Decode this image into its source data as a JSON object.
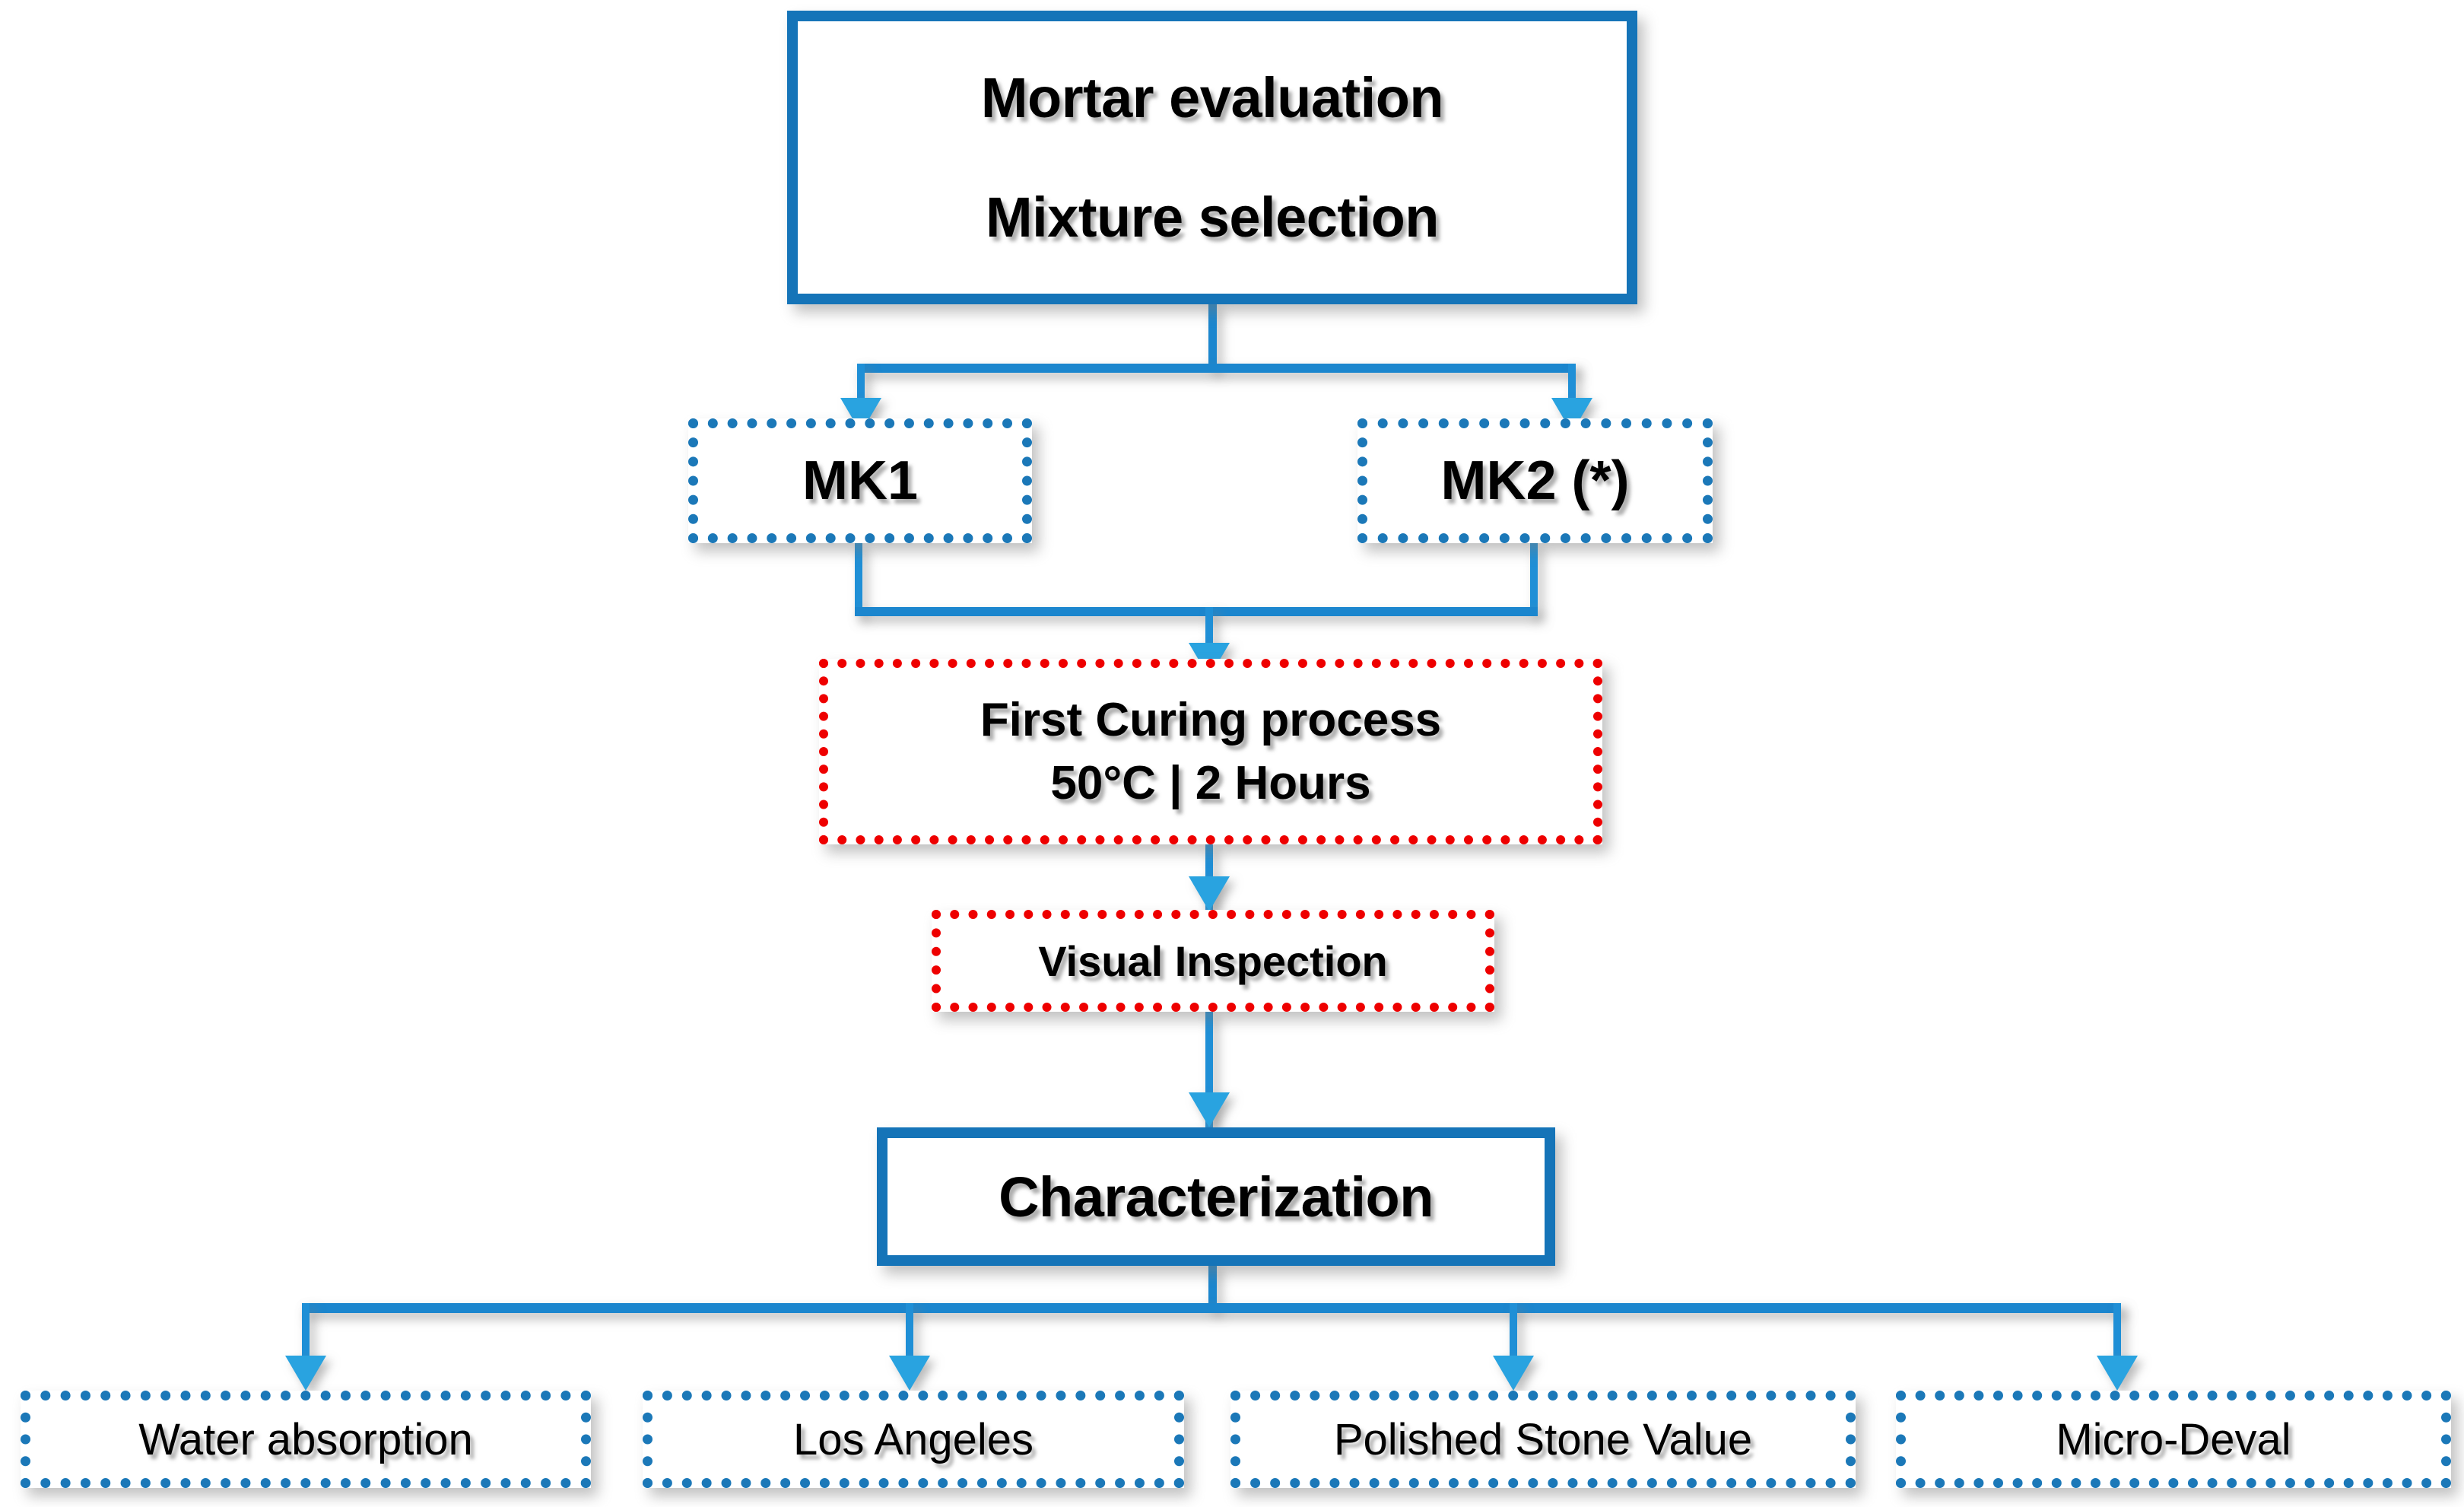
{
  "diagram": {
    "title": "Mortar evaluation workflow flowchart",
    "colors": {
      "solid_border_blue": "#1574B8",
      "dotted_border_blue": "#1B78B8",
      "dotted_border_red": "#EE0000",
      "connector_blue": "#1F8FD6",
      "arrow_blue": "#29A3E0",
      "background": "#FFFFFF",
      "text": "#000000"
    },
    "nodes": {
      "start": {
        "line1": "Mortar evaluation",
        "line2": "Mixture selection"
      },
      "mk1": {
        "label": "MK1"
      },
      "mk2": {
        "label": "MK2 (*)"
      },
      "curing": {
        "line1": "First Curing process",
        "line2": "50°C | 2 Hours"
      },
      "inspection": {
        "label": "Visual Inspection"
      },
      "characterization": {
        "label": "Characterization"
      },
      "tests": [
        {
          "label": "Water absorption"
        },
        {
          "label": "Los Angeles"
        },
        {
          "label": "Polished Stone Value"
        },
        {
          "label": "Micro-Deval"
        }
      ]
    }
  }
}
